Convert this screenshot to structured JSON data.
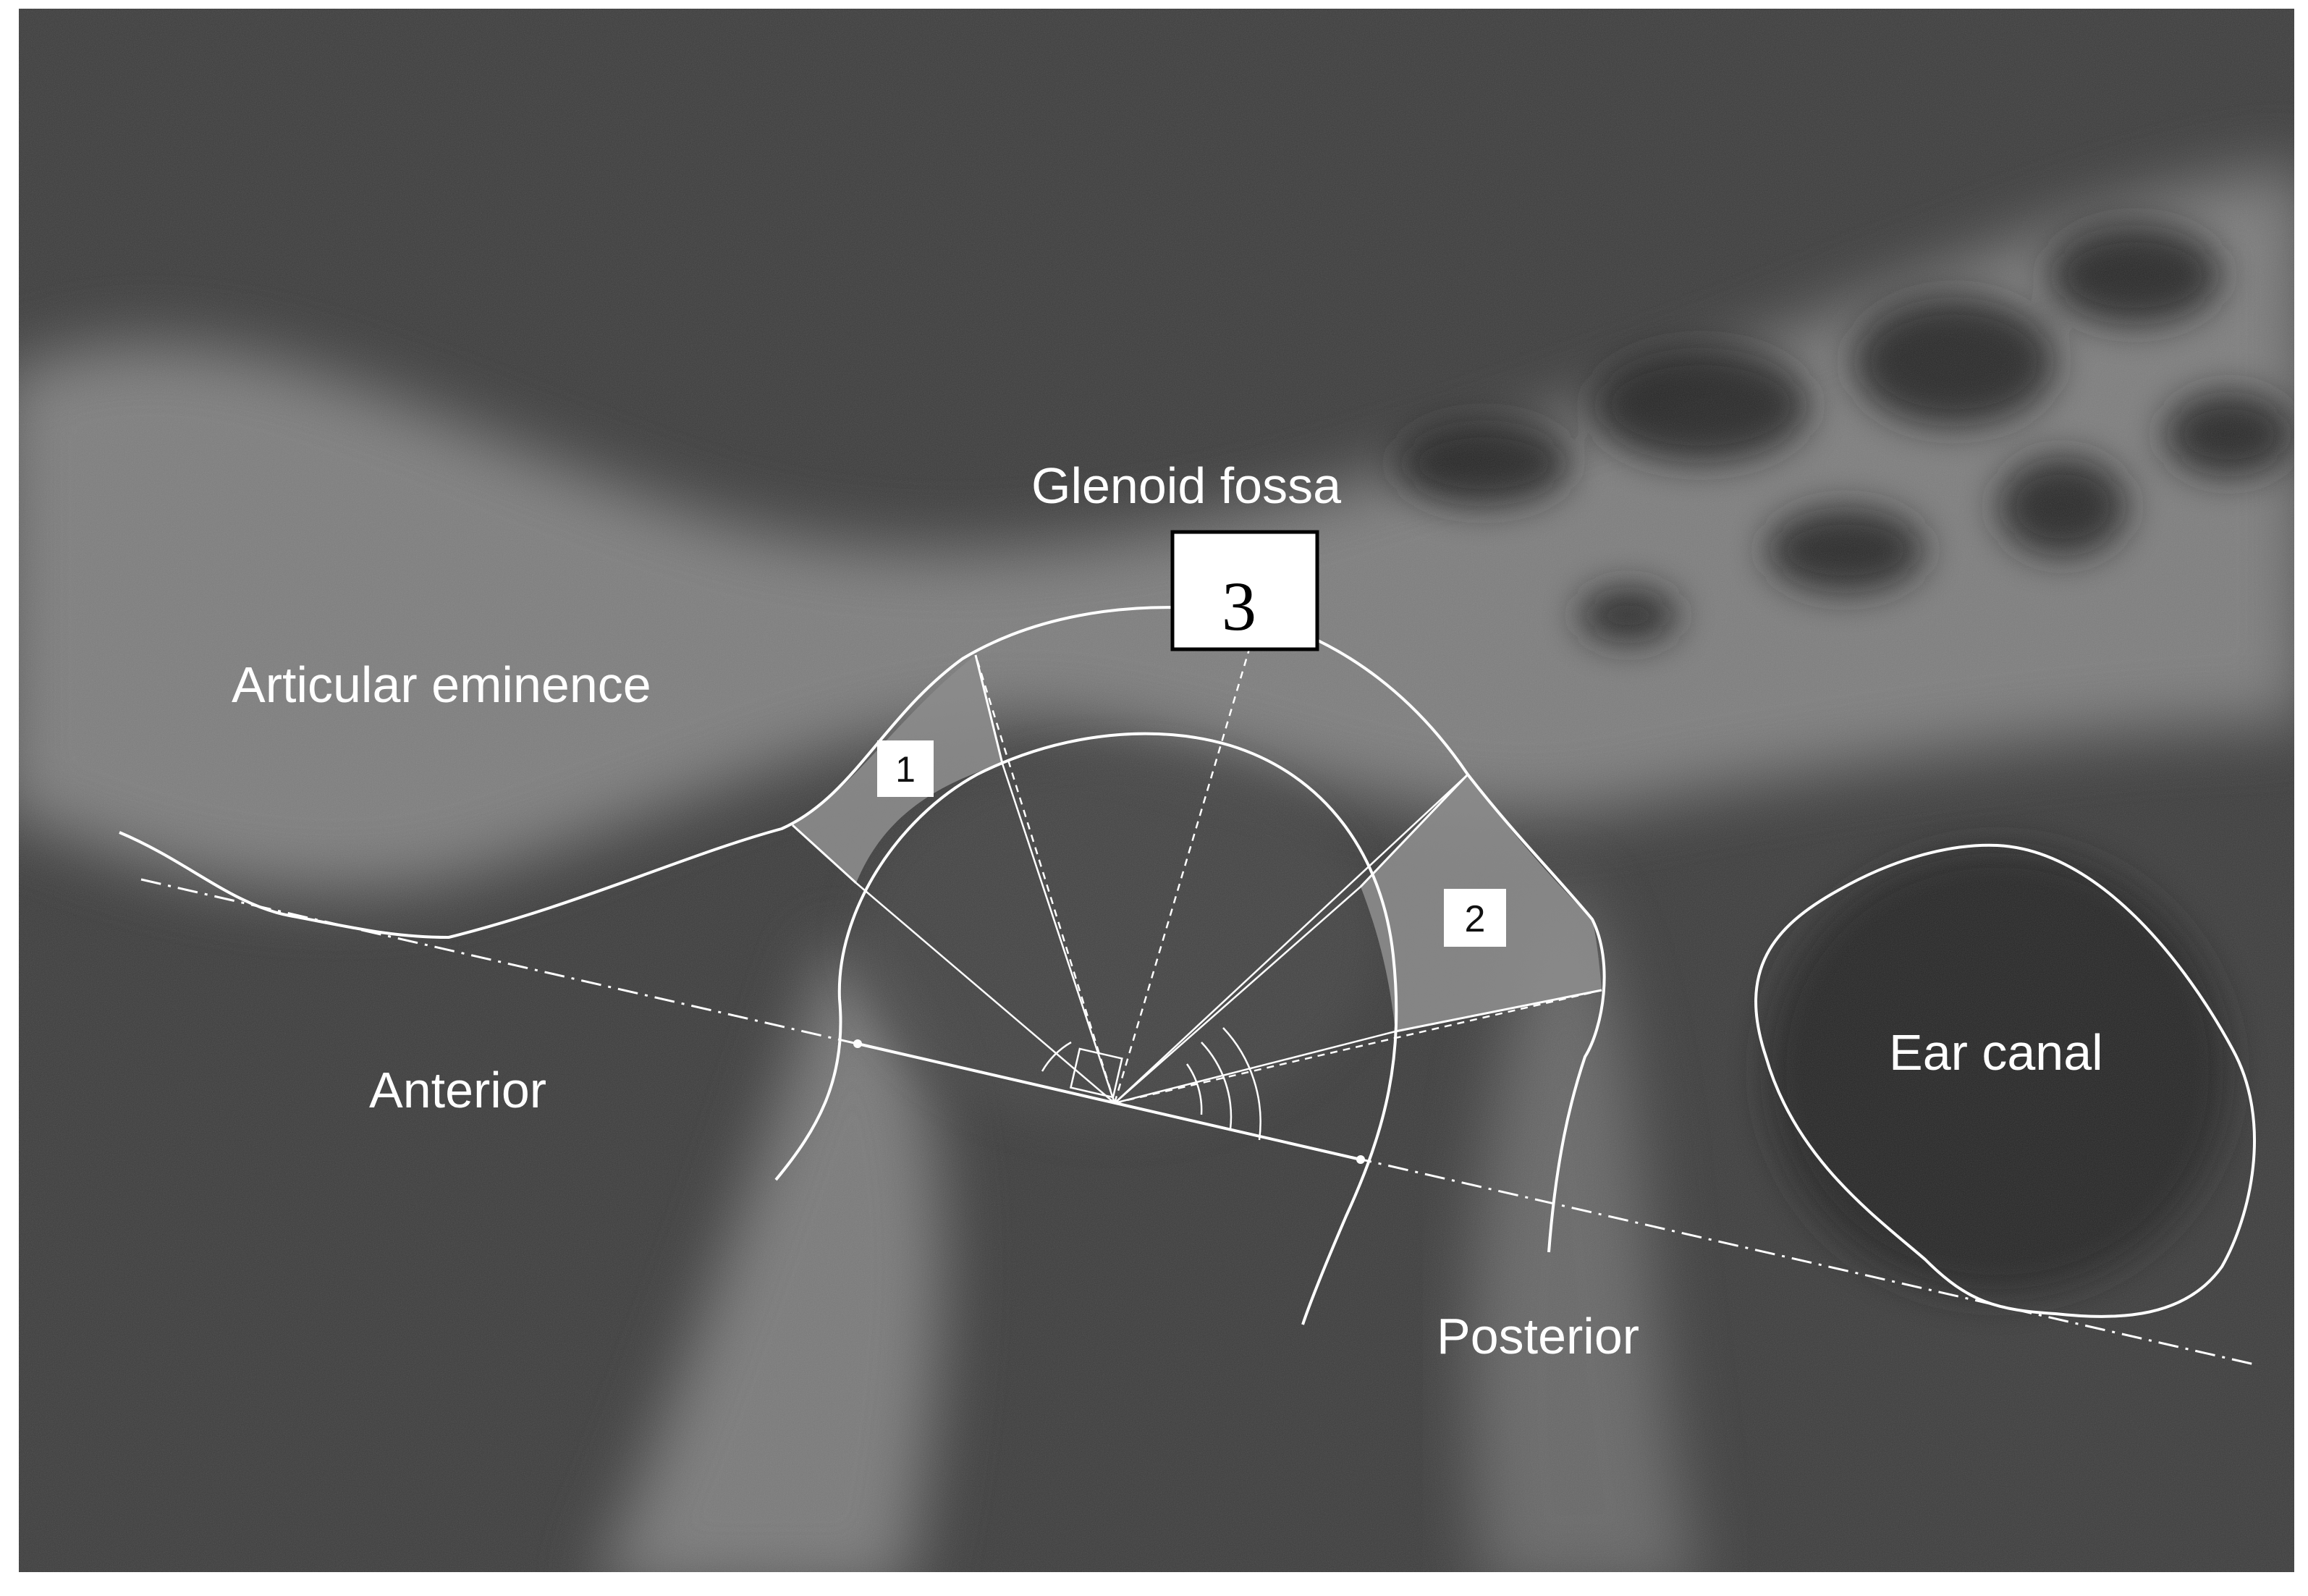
{
  "labels": {
    "glenoid_fossa": "Glenoid fossa",
    "articular_eminence": "Articular eminence",
    "anterior": "Anterior",
    "posterior": "Posterior",
    "ear_canal": "Ear canal"
  },
  "regions": {
    "region_1": "1",
    "region_2": "2",
    "region_3": "3"
  },
  "colors": {
    "background_dark": "#3c3c3c",
    "bone": "#9a9a9a",
    "outline": "#ffffff",
    "shaded_region": "#8e8e8e"
  }
}
